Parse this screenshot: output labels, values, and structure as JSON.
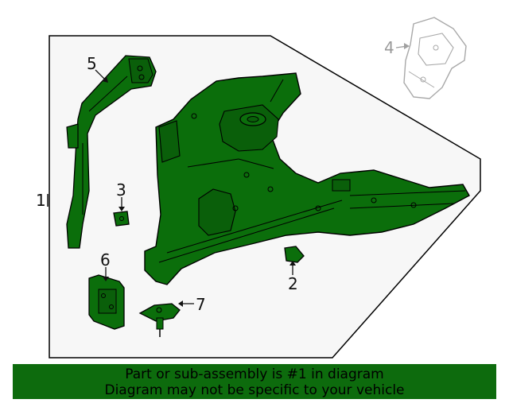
{
  "diagram": {
    "part_color": "#0b6e0b",
    "outline_color": "#000000",
    "panel_fill": "#f7f7f7",
    "callouts": [
      {
        "id": "1",
        "label": "1",
        "role": "assembly"
      },
      {
        "id": "2",
        "label": "2",
        "role": "part"
      },
      {
        "id": "3",
        "label": "3",
        "role": "part"
      },
      {
        "id": "4",
        "label": "4",
        "role": "reference-part"
      },
      {
        "id": "5",
        "label": "5",
        "role": "part"
      },
      {
        "id": "6",
        "label": "6",
        "role": "part"
      },
      {
        "id": "7",
        "label": "7",
        "role": "part"
      }
    ]
  },
  "banner": {
    "line1": "Part or sub-assembly is #1 in diagram",
    "line2": "Diagram may not be specific to your vehicle",
    "color": "#0d6b0d"
  }
}
